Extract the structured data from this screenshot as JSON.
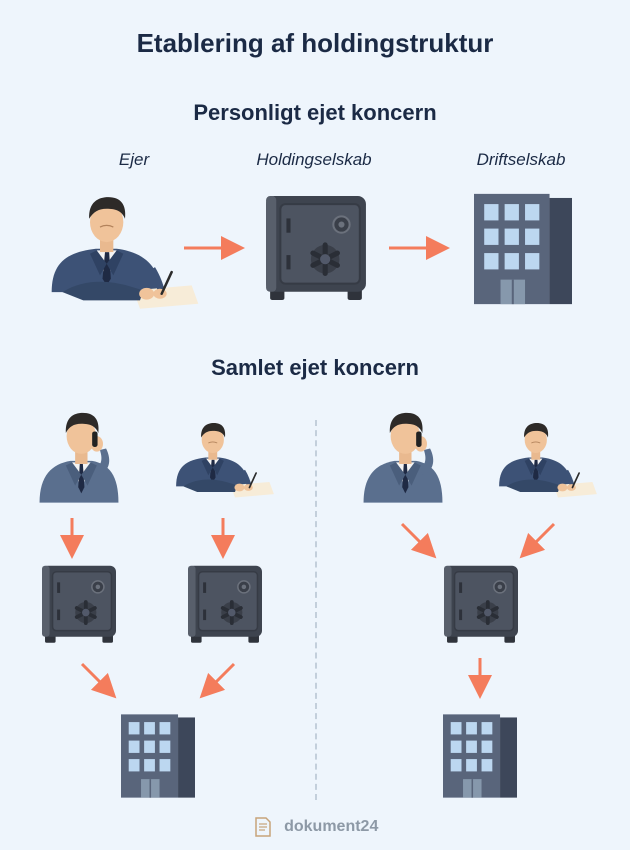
{
  "title": "Etablering af holdingstruktur",
  "section1": {
    "heading": "Personligt ejet koncern",
    "labels": {
      "owner": "Ejer",
      "holding": "Holdingselskab",
      "operating": "Driftselskab"
    }
  },
  "section2": {
    "heading": "Samlet ejet koncern"
  },
  "footer": {
    "brand": "dokument24"
  },
  "colors": {
    "arrow": "#f47c5c",
    "background": "#eef5fc",
    "building": "#525e72",
    "safe": "#4a505c"
  }
}
